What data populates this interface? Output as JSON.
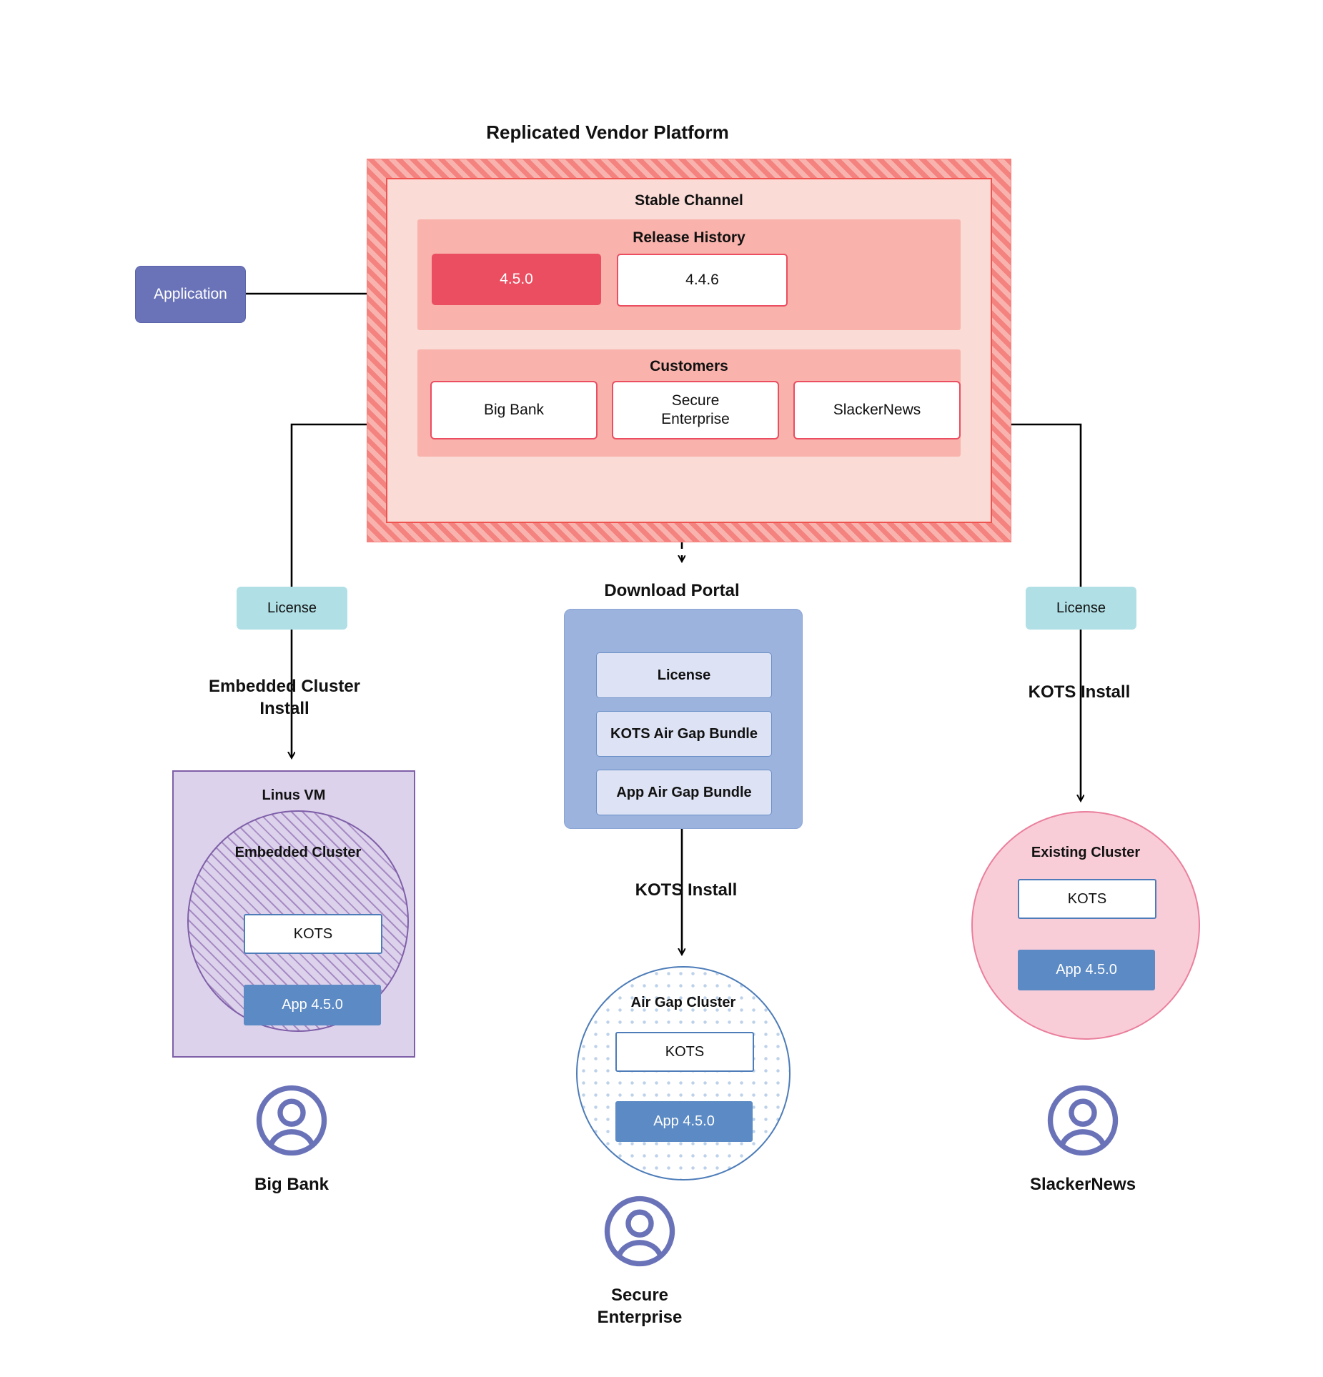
{
  "diagram": {
    "title": "Replicated Vendor Platform"
  },
  "application": {
    "label": "Application"
  },
  "platform": {
    "title": "Replicated Vendor Platform",
    "stable_channel": {
      "title": "Stable Channel",
      "release_history": {
        "title": "Release History",
        "releases": [
          {
            "version": "4.5.0",
            "state": "current"
          },
          {
            "version": "4.4.6",
            "state": "previous"
          }
        ]
      },
      "customers": {
        "title": "Customers",
        "items": [
          {
            "name": "Big Bank"
          },
          {
            "name": "Secure\nEnterprise"
          },
          {
            "name": "SlackerNews"
          }
        ]
      }
    }
  },
  "flows": {
    "left": {
      "license_label": "License",
      "install_label": "Embedded Cluster\nInstall"
    },
    "middle": {
      "portal_title": "Download  Portal",
      "install_label": "KOTS Install"
    },
    "right": {
      "license_label": "License",
      "install_label": "KOTS Install"
    }
  },
  "download_portal": {
    "title": "Download  Portal",
    "items": [
      {
        "label": "License"
      },
      {
        "label": "KOTS Air Gap Bundle"
      },
      {
        "label": "App Air Gap Bundle"
      }
    ]
  },
  "clusters": {
    "linux_vm": {
      "title": "Linus VM",
      "embedded_cluster": {
        "title": "Embedded Cluster",
        "kots": "KOTS",
        "app": "App 4.5.0"
      }
    },
    "air_gap": {
      "title": "Air Gap Cluster",
      "kots": "KOTS",
      "app": "App 4.5.0"
    },
    "existing": {
      "title": "Existing Cluster",
      "kots": "KOTS",
      "app": "App 4.5.0"
    }
  },
  "personas": [
    {
      "name": "Big Bank"
    },
    {
      "name": "Secure\nEnterprise"
    },
    {
      "name": "SlackerNews"
    }
  ],
  "colors": {
    "platform_hatch": "#f4827e",
    "platform_hatch_light": "#f9b3af",
    "channel_bg": "#fadbd6",
    "channel_border": "#ef5350",
    "section_bg": "#f9b3ac",
    "release_current": "#ea4e60",
    "customer_border": "#ea4e60",
    "application": "#6a73b8",
    "license": "#b0e0e6",
    "portal": "#9cb3dd",
    "portal_item": "#dde3f4",
    "vm_bg": "#dcd2ec",
    "vm_border": "#7f5fa8",
    "airgap_border": "#4d7cb8",
    "existing_bg": "#f9cdd8",
    "existing_border": "#ea7f9c",
    "app_node": "#5b8ac4",
    "persona": "#6a73b8"
  }
}
